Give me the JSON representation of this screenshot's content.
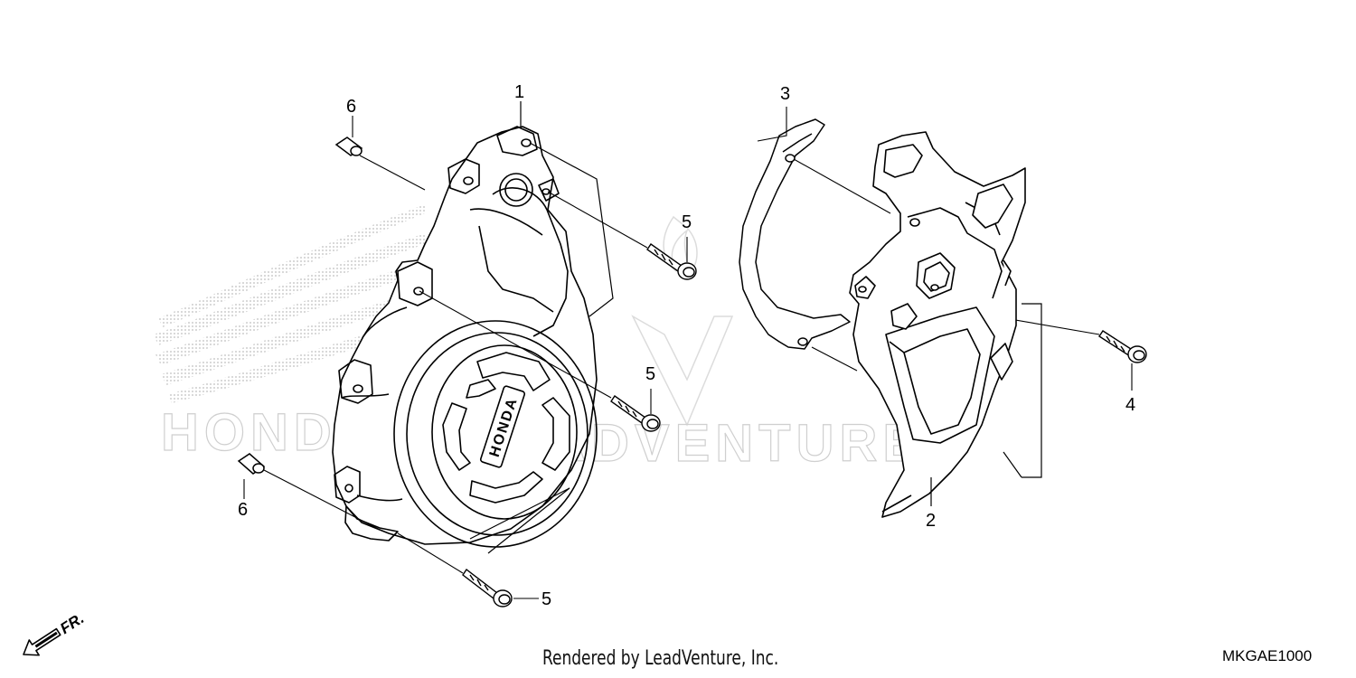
{
  "diagram": {
    "callouts": [
      {
        "id": "c1a",
        "label": "1"
      },
      {
        "id": "c2",
        "label": "2"
      },
      {
        "id": "c3",
        "label": "3"
      },
      {
        "id": "c4",
        "label": "4"
      },
      {
        "id": "c5a",
        "label": "5"
      },
      {
        "id": "c5b",
        "label": "5"
      },
      {
        "id": "c5c",
        "label": "5"
      },
      {
        "id": "c6a",
        "label": "6"
      },
      {
        "id": "c6b",
        "label": "6"
      }
    ],
    "front_indicator": "FR.",
    "cover_brand": "HONDA",
    "watermark_text": "LEADVENTURE",
    "watermark_brand_text": "HONDA"
  },
  "footer": {
    "credit": "Rendered by LeadVenture, Inc.",
    "diagram_code": "MKGAE1000"
  }
}
